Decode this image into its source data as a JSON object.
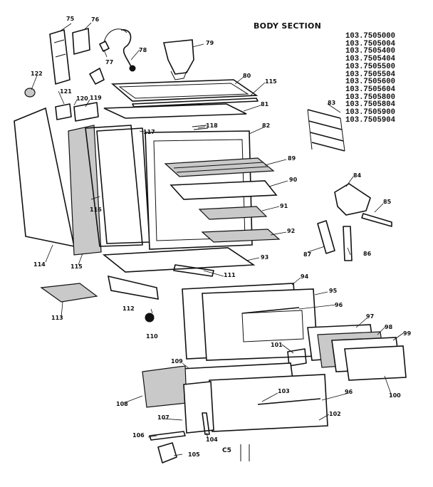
{
  "title": "BODY SECTION",
  "model_numbers": [
    "103.7505000",
    "103.7505004",
    "103.7505400",
    "103.7505404",
    "103.7505500",
    "103.7505504",
    "103.7505600",
    "103.7505604",
    "103.7505800",
    "103.7505804",
    "103.7505900",
    "103.7505904"
  ],
  "part_labels": {
    "p75": "75",
    "p76": "76",
    "p77": "77",
    "p78": "78",
    "p79": "79",
    "p80": "80",
    "p115a": "115",
    "p81": "81",
    "p82": "82",
    "p83": "83",
    "p118": "118",
    "p117": "117",
    "p119": "119",
    "p120": "120",
    "p121": "121",
    "p122": "122",
    "p89": "89",
    "p90": "90",
    "p91": "91",
    "p92": "92",
    "p93": "93",
    "p111": "111",
    "p116": "116",
    "p114": "114",
    "p115b": "115",
    "p84": "84",
    "p85": "85",
    "p86": "86",
    "p87": "87",
    "p94": "94",
    "p95": "95",
    "p96a": "96",
    "p97": "97",
    "p98": "98",
    "p99": "99",
    "p100": "100",
    "p101": "101",
    "p109": "109",
    "p112": "112",
    "p113": "113",
    "p110": "110",
    "p108": "108",
    "p103": "103",
    "p96b": "96",
    "p102": "102",
    "p107": "107",
    "p106": "106",
    "p104": "104",
    "p105": "105"
  },
  "footer_code": "C5"
}
